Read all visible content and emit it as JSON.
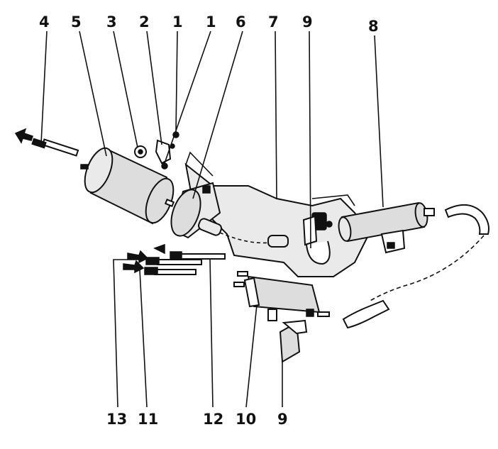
{
  "callouts_top": [
    {
      "id": "c4",
      "label": "4"
    },
    {
      "id": "c5",
      "label": "5"
    },
    {
      "id": "c3",
      "label": "3"
    },
    {
      "id": "c2",
      "label": "2"
    },
    {
      "id": "c1a",
      "label": "1"
    },
    {
      "id": "c1b",
      "label": "1"
    },
    {
      "id": "c6",
      "label": "6"
    },
    {
      "id": "c7",
      "label": "7"
    },
    {
      "id": "c9a",
      "label": "9"
    },
    {
      "id": "c8",
      "label": "8"
    }
  ],
  "callouts_bottom": [
    {
      "id": "c13",
      "label": "13"
    },
    {
      "id": "c11",
      "label": "11"
    },
    {
      "id": "c12",
      "label": "12"
    },
    {
      "id": "c10",
      "label": "10"
    },
    {
      "id": "c9b",
      "label": "9"
    }
  ],
  "colors": {
    "ink": "#111111",
    "shade": "#dddddd",
    "paper": "#ffffff"
  }
}
